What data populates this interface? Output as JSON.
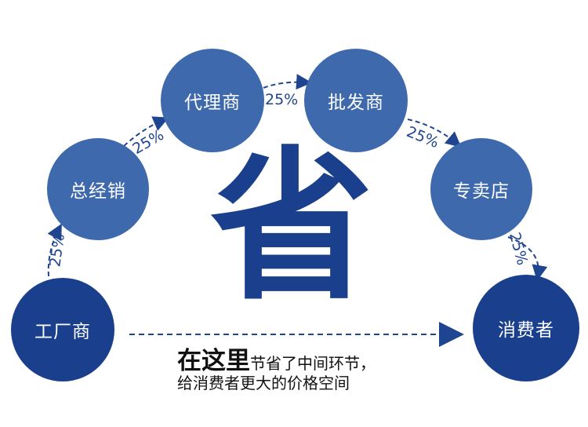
{
  "nodes": {
    "factory": "工厂商",
    "distributor": "总经销",
    "agent": "代理商",
    "wholesaler": "批发商",
    "store": "专卖店",
    "consumer": "消费者"
  },
  "percent_labels": [
    "25%",
    "25%",
    "25%",
    "25%",
    "25%"
  ],
  "center_char": "省",
  "caption": {
    "lead": "在这里",
    "line1_rest": "节省了中间环节，",
    "line2": "给消费者更大的价格空间"
  },
  "colors": {
    "dark_blue": "#1a3f8c",
    "mid_blue": "#3e69ad",
    "arrow": "#1f4590"
  }
}
